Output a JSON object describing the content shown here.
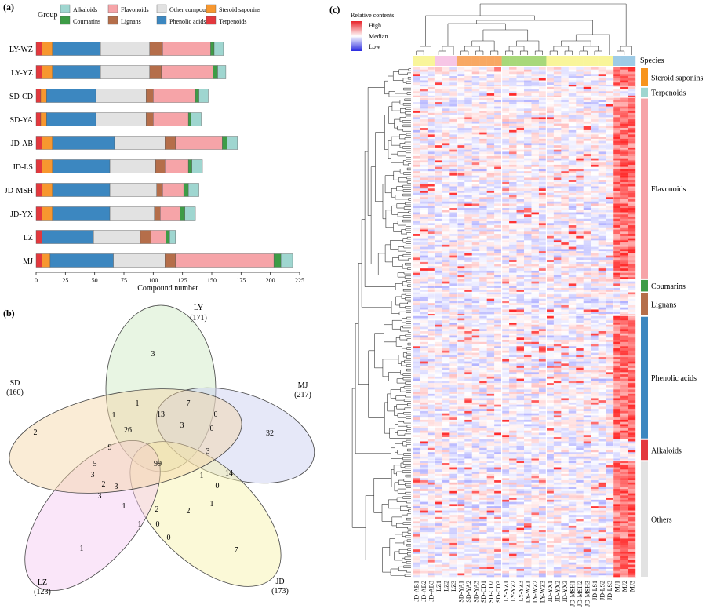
{
  "panels": {
    "a": "(a)",
    "b": "(b)",
    "c": "(c)"
  },
  "chart_data": [
    {
      "type": "bar",
      "orientation": "horizontal-stacked",
      "legend_title": "Group",
      "categories": [
        "LY-WZ",
        "LY-YZ",
        "SD-CD",
        "SD-YA",
        "JD-AB",
        "JD-LS",
        "JD-MSH",
        "JD-YX",
        "LZ",
        "MJ"
      ],
      "series": [
        {
          "name": "Terpenoids",
          "color": "#e3383d",
          "values": [
            5,
            5,
            4,
            4,
            5,
            5,
            5,
            5,
            5,
            5
          ]
        },
        {
          "name": "Steroid saponins",
          "color": "#f7972f",
          "values": [
            9,
            9,
            5,
            5,
            9,
            9,
            9,
            9,
            0,
            7
          ]
        },
        {
          "name": "Phenolic acids",
          "color": "#3c87c0",
          "values": [
            41,
            41,
            42,
            42,
            53,
            49,
            49,
            49,
            44,
            54
          ]
        },
        {
          "name": "Other compounds",
          "color": "#e2e2e2",
          "values": [
            42,
            42,
            43,
            43,
            43,
            39,
            40,
            38,
            40,
            44
          ]
        },
        {
          "name": "Lignans",
          "color": "#b56e4a",
          "values": [
            11,
            10,
            6,
            6,
            9,
            8,
            5,
            5,
            9,
            9
          ]
        },
        {
          "name": "Flavonoids",
          "color": "#f6a4a8",
          "values": [
            41,
            44,
            36,
            30,
            40,
            20,
            18,
            17,
            13,
            84
          ]
        },
        {
          "name": "Coumarins",
          "color": "#3d9c46",
          "values": [
            3,
            4,
            3,
            2,
            4,
            3,
            4,
            4,
            3,
            6
          ]
        },
        {
          "name": "Alkaloids",
          "color": "#9fd6d0",
          "values": [
            8,
            7,
            8,
            9,
            9,
            9,
            9,
            9,
            5,
            10
          ]
        }
      ],
      "legend_order": [
        "Alkaloids",
        "Coumarins",
        "Flavonoids",
        "Lignans",
        "Other compounds",
        "Phenolic acids",
        "Steroid saponins",
        "Terpenoids"
      ],
      "xlabel": "Compound number",
      "xlim": [
        0,
        225
      ],
      "xticks": [
        0,
        25,
        50,
        75,
        100,
        125,
        150,
        175,
        200,
        225
      ]
    },
    {
      "type": "venn",
      "sets": [
        {
          "name": "LY",
          "count": "(171)",
          "color": "#cde8c2"
        },
        {
          "name": "MJ",
          "count": "(217)",
          "color": "#c8cdf0"
        },
        {
          "name": "JD",
          "count": "(173)",
          "color": "#f7f2a6"
        },
        {
          "name": "LZ",
          "count": "(123)",
          "color": "#f4c8f2"
        },
        {
          "name": "SD",
          "count": "(160)",
          "color": "#f4d4a4"
        }
      ],
      "regions": [
        "3",
        "32",
        "7",
        "1",
        "2",
        "1",
        "13",
        "7",
        "0",
        "1",
        "26",
        "3",
        "0",
        "3",
        "14",
        "9",
        "5",
        "99",
        "1",
        "0",
        "3",
        "2",
        "3",
        "1",
        "2",
        "2",
        "1",
        "3",
        "1",
        "0",
        "0"
      ]
    },
    {
      "type": "heatmap",
      "legend_title": "Relative contents",
      "legend_levels": [
        "High",
        "Median",
        "Low"
      ],
      "species_label": "Species",
      "columns": [
        "JD-AB1",
        "JD-AB2",
        "JD-AB3",
        "LZ1",
        "LZ2",
        "LZ3",
        "SD-YA1",
        "SD-YA2",
        "SD-YA3",
        "SD-CD1",
        "SD-CD2",
        "SD-CD3",
        "LY-YZ1",
        "LY-YZ2",
        "LY-YZ3",
        "LY-WZ1",
        "LY-WZ2",
        "LY-WZ3",
        "JD-YX1",
        "JD-YX2",
        "JD-YX3",
        "JD-MSH1",
        "JD-MSH2",
        "JD-MSH3",
        "JD-LS1",
        "JD-LS2",
        "JD-LS3",
        "MJ1",
        "MJ2",
        "MJ3"
      ],
      "column_species_colors": [
        "#f9f59a",
        "#f9f59a",
        "#f9f59a",
        "#f7c6e6",
        "#f7c6e6",
        "#f7c6e6",
        "#f8a863",
        "#f8a863",
        "#f8a863",
        "#f8a863",
        "#f8a863",
        "#f8a863",
        "#a8d87a",
        "#a8d87a",
        "#a8d87a",
        "#a8d87a",
        "#a8d87a",
        "#a8d87a",
        "#f9f59a",
        "#f9f59a",
        "#f9f59a",
        "#f9f59a",
        "#f9f59a",
        "#f9f59a",
        "#f9f59a",
        "#f9f59a",
        "#f9f59a",
        "#9ecbe6",
        "#9ecbe6",
        "#9ecbe6"
      ],
      "row_groups": [
        {
          "name": "Steroid saponins",
          "color": "#f7941d",
          "rows": 9
        },
        {
          "name": "Terpenoids",
          "color": "#9fd6d0",
          "rows": 5
        },
        {
          "name": "Flavonoids",
          "color": "#f6a4a8",
          "rows": 84
        },
        {
          "name": "Coumarins",
          "color": "#3d9c46",
          "rows": 6
        },
        {
          "name": "Lignans",
          "color": "#b56e4a",
          "rows": 11
        },
        {
          "name": "Phenolic acids",
          "color": "#3c87c0",
          "rows": 57
        },
        {
          "name": "Alkaloids",
          "color": "#e3383d",
          "rows": 10
        },
        {
          "name": "Others",
          "color": "#e2e2e2",
          "rows": 54
        }
      ],
      "group_labels": [
        "Steroid saponins",
        "Terpenoids",
        "Flavonoids",
        "Coumarins",
        "Lignans",
        "Phenolic acids",
        "Alkaloids",
        "Others"
      ]
    }
  ]
}
